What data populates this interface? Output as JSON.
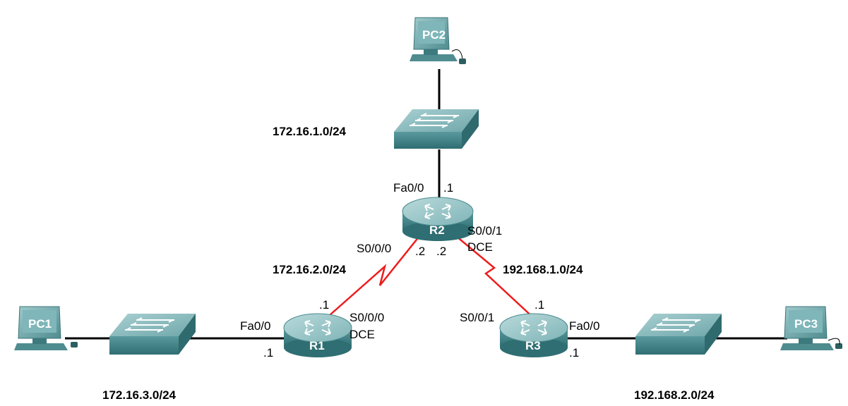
{
  "devices": {
    "pc1": {
      "name": "PC1"
    },
    "pc2": {
      "name": "PC2"
    },
    "pc3": {
      "name": "PC3"
    },
    "r1": {
      "name": "R1"
    },
    "r2": {
      "name": "R2"
    },
    "r3": {
      "name": "R3"
    }
  },
  "networks": {
    "lan_r2": "172.16.1.0/24",
    "wan_r1_r2": "172.16.2.0/24",
    "wan_r2_r3": "192.168.1.0/24",
    "lan_r1": "172.16.3.0/24",
    "lan_r3": "192.168.2.0/24"
  },
  "interfaces": {
    "r2_fa": "Fa0/0",
    "r2_fa_ip": ".1",
    "r2_s000": "S0/0/0",
    "r2_s000_ip": ".2",
    "r2_s001": "S0/0/1",
    "r2_s001_dce": "DCE",
    "r2_s001_ip": ".2",
    "r1_fa": "Fa0/0",
    "r1_fa_ip": ".1",
    "r1_s000": "S0/0/0",
    "r1_s000_dce": "DCE",
    "r1_s_ip": ".1",
    "r3_s001": "S0/0/1",
    "r3_s_ip": ".1",
    "r3_fa": "Fa0/0",
    "r3_fa_ip": ".1"
  },
  "colors": {
    "serial_link": "#ee1c1c",
    "ethernet_link": "#000000",
    "device_body": "#5d9ea2"
  }
}
